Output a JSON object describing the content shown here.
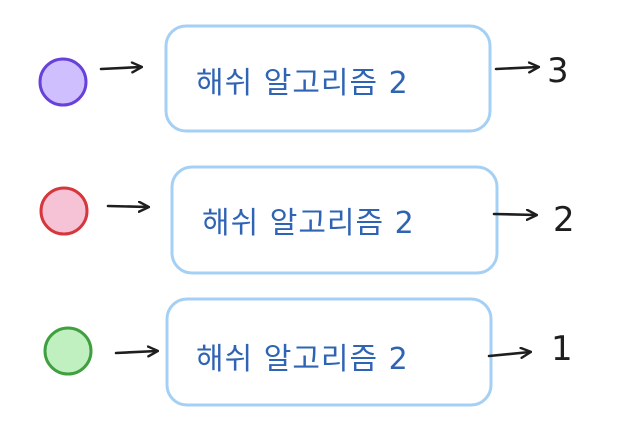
{
  "colors": {
    "box_stroke": "#a5d0f5",
    "label_text": "#2f64b4",
    "arrow": "#1e1e1e"
  },
  "rows": [
    {
      "circle_fill": "#d0bfff",
      "circle_stroke": "#6741d9",
      "label": "해쉬 알고리즘 2",
      "output": "3"
    },
    {
      "circle_fill": "#f5c2d6",
      "circle_stroke": "#d6373c",
      "label": "해쉬 알고리즘 2",
      "output": "2"
    },
    {
      "circle_fill": "#c0efc0",
      "circle_stroke": "#40a040",
      "label": "해쉬 알고리즘 2",
      "output": "1"
    }
  ]
}
